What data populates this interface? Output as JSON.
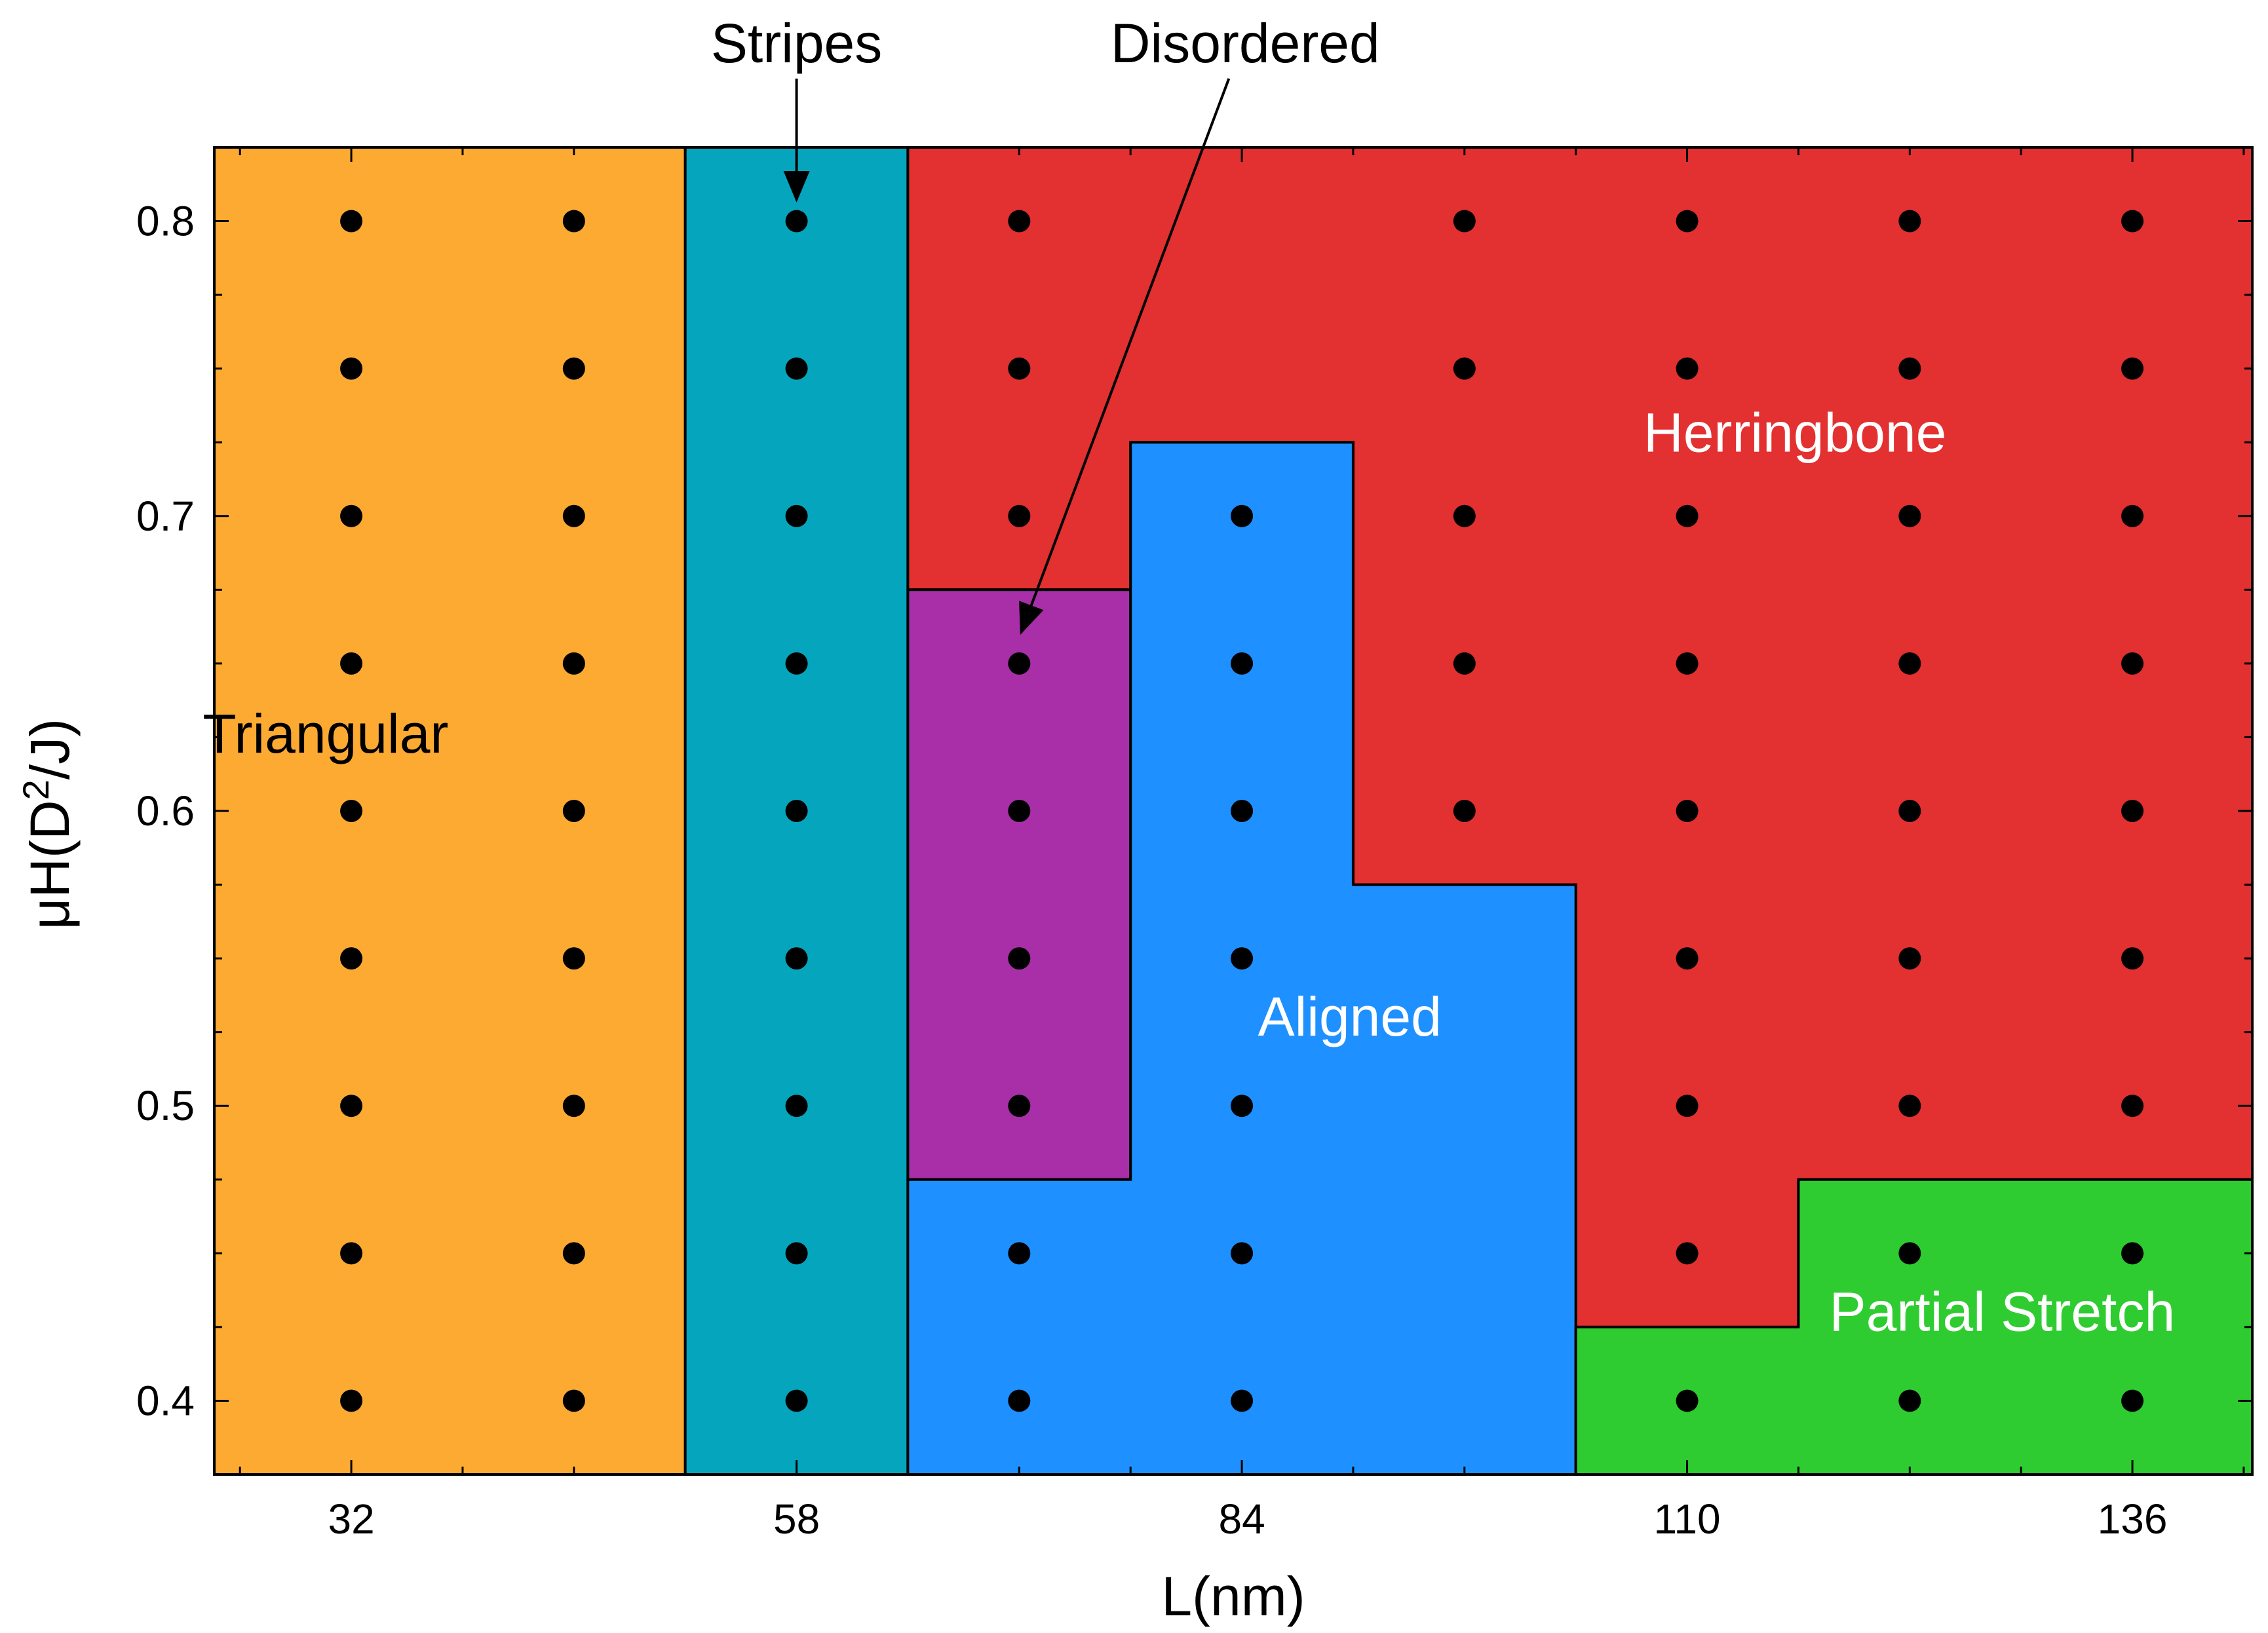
{
  "chart_data": {
    "type": "scatter",
    "title": "",
    "xlabel": "L(nm)",
    "ylabel": {
      "base": "μH(D",
      "sup": "2",
      "tail": "/J)"
    },
    "xlim": [
      24,
      143
    ],
    "ylim": [
      0.375,
      0.825
    ],
    "x_ticks": [
      32,
      58,
      84,
      110,
      136
    ],
    "x_tick_labels": [
      "32",
      "58",
      "84",
      "110",
      "136"
    ],
    "y_ticks": [
      0.4,
      0.5,
      0.6,
      0.7,
      0.8
    ],
    "y_tick_labels": [
      "0.4",
      "0.5",
      "0.6",
      "0.7",
      "0.8"
    ],
    "x_minor_step": 6.5,
    "y_minor_step": 0.025,
    "grid": false,
    "sample_x": [
      32,
      45,
      58,
      71,
      84,
      97,
      110,
      123,
      136
    ],
    "sample_y": [
      0.4,
      0.45,
      0.5,
      0.55,
      0.6,
      0.65,
      0.7,
      0.75,
      0.8
    ],
    "missing_points": [
      [
        84,
        0.8
      ],
      [
        84,
        0.75
      ],
      [
        97,
        0.55
      ],
      [
        97,
        0.5
      ],
      [
        97,
        0.45
      ],
      [
        97,
        0.4
      ]
    ],
    "regions": [
      {
        "name": "Triangular",
        "color": "#FDAA33",
        "label_color": "#000000",
        "polygon": [
          [
            24,
            0.375
          ],
          [
            51.5,
            0.375
          ],
          [
            51.5,
            0.825
          ],
          [
            24,
            0.825
          ]
        ],
        "label_at": [
          30.5,
          0.626
        ]
      },
      {
        "name": "Stripes",
        "color": "#05A6BD",
        "label_color": "#000000",
        "polygon": [
          [
            51.5,
            0.375
          ],
          [
            64.5,
            0.375
          ],
          [
            64.5,
            0.825
          ],
          [
            51.5,
            0.825
          ]
        ]
      },
      {
        "name": "Herringbone",
        "color": "#E33030",
        "label_color": "#ffffff",
        "polygon": [
          [
            64.5,
            0.675
          ],
          [
            77.5,
            0.675
          ],
          [
            77.5,
            0.725
          ],
          [
            90.5,
            0.725
          ],
          [
            90.5,
            0.575
          ],
          [
            103.5,
            0.575
          ],
          [
            103.5,
            0.425
          ],
          [
            116.5,
            0.425
          ],
          [
            116.5,
            0.475
          ],
          [
            143,
            0.475
          ],
          [
            143,
            0.825
          ],
          [
            64.5,
            0.825
          ]
        ],
        "label_at": [
          116.3,
          0.728
        ]
      },
      {
        "name": "Disordered",
        "color": "#A82FA8",
        "label_color": "#000000",
        "polygon": [
          [
            64.5,
            0.475
          ],
          [
            77.5,
            0.475
          ],
          [
            77.5,
            0.675
          ],
          [
            64.5,
            0.675
          ]
        ]
      },
      {
        "name": "Aligned",
        "color": "#1E90FF",
        "label_color": "#ffffff",
        "polygon": [
          [
            64.5,
            0.375
          ],
          [
            103.5,
            0.375
          ],
          [
            103.5,
            0.575
          ],
          [
            90.5,
            0.575
          ],
          [
            90.5,
            0.725
          ],
          [
            77.5,
            0.725
          ],
          [
            77.5,
            0.475
          ],
          [
            64.5,
            0.475
          ]
        ],
        "label_at": [
          90.3,
          0.53
        ]
      },
      {
        "name": "Partial Stretch",
        "color": "#2ECC30",
        "label_color": "#ffffff",
        "polygon": [
          [
            103.5,
            0.375
          ],
          [
            143,
            0.375
          ],
          [
            143,
            0.475
          ],
          [
            116.5,
            0.475
          ],
          [
            116.5,
            0.425
          ],
          [
            103.5,
            0.425
          ]
        ],
        "label_at": [
          128.4,
          0.43
        ]
      }
    ],
    "annotations": [
      {
        "text": "Stripes",
        "target": [
          58,
          0.805
        ]
      },
      {
        "text": "Disordered",
        "target": [
          71,
          0.655
        ]
      }
    ]
  }
}
